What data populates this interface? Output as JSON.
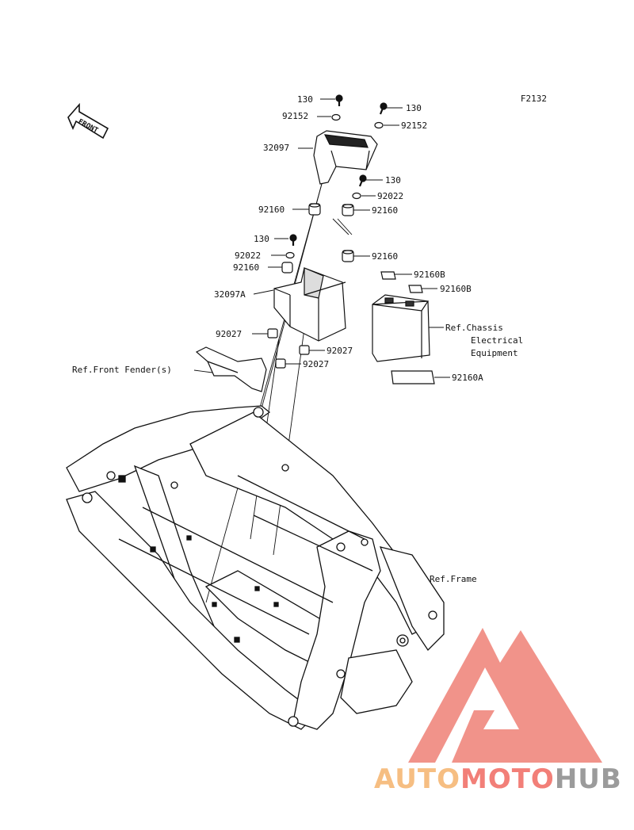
{
  "figure_code": "F2132",
  "front_arrow_text": "FRONT",
  "labels": {
    "bolt_top_left": "130",
    "washer_top_left": "92152",
    "cover_upper": "32097",
    "bolt_top_right": "130",
    "washer_top_right": "92152",
    "bolt_mid_right": "130",
    "washer_mid_right": "92022",
    "damper_left": "92160",
    "damper_right_upper": "92160",
    "bolt_mid_left": "130",
    "washer_mid_left": "92022",
    "damper_mid_left": "92160",
    "damper_mid_right": "92160",
    "case_lower": "32097A",
    "nut_left": "92027",
    "nut_center": "92027",
    "nut_lower": "92027",
    "pad_b1": "92160B",
    "pad_b2": "92160B",
    "pad_a": "92160A",
    "ref_front_fender": "Ref.Front Fender(s)",
    "ref_chassis_1": "Ref.Chassis",
    "ref_chassis_2": "Electrical",
    "ref_chassis_3": "Equipment",
    "ref_frame": "Ref.Frame"
  },
  "watermark": {
    "part1": "AUTO",
    "part2": "MOTO",
    "part3": "HUB",
    "colors": {
      "orange": "#f6be82",
      "red": "#f27f78",
      "gray": "#9b9b9b",
      "logo": "#f08a80"
    }
  }
}
